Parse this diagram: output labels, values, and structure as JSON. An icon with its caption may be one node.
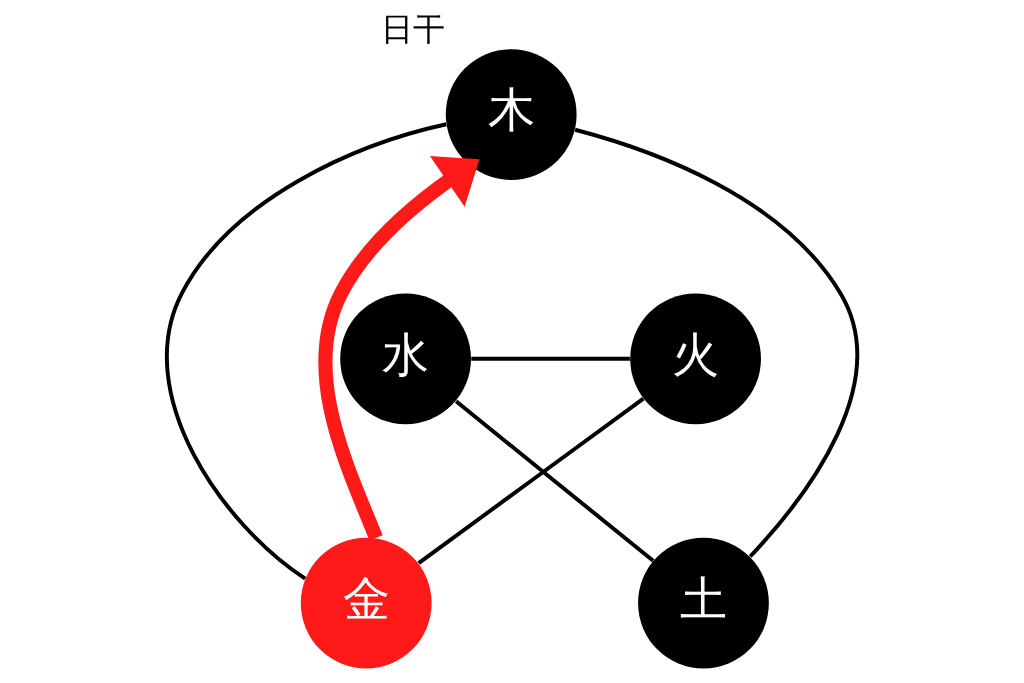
{
  "diagram": {
    "nodes": [
      {
        "text": [
          "木"
        ],
        "beside": [
          "日干"
        ]
      },
      {
        "text": [
          "水"
        ]
      },
      {
        "text": [
          "火"
        ]
      },
      {
        "text": [
          "金"
        ]
      },
      {
        "text": [
          "土"
        ]
      }
    ],
    "edges": [
      {
        "from": 0,
        "to": 4,
        "arrow": "none"
      },
      {
        "from": 0,
        "to": 3,
        "arrow": "none"
      },
      {
        "from": 1,
        "to": 2,
        "arrow": "none"
      },
      {
        "from": 1,
        "to": 4,
        "arrow": "none"
      },
      {
        "from": 2,
        "to": 3,
        "arrow": "none"
      },
      {
        "from": 3,
        "to": 0,
        "arrow": "to",
        "style": "thick",
        "color": "#ff1a1a"
      }
    ]
  }
}
